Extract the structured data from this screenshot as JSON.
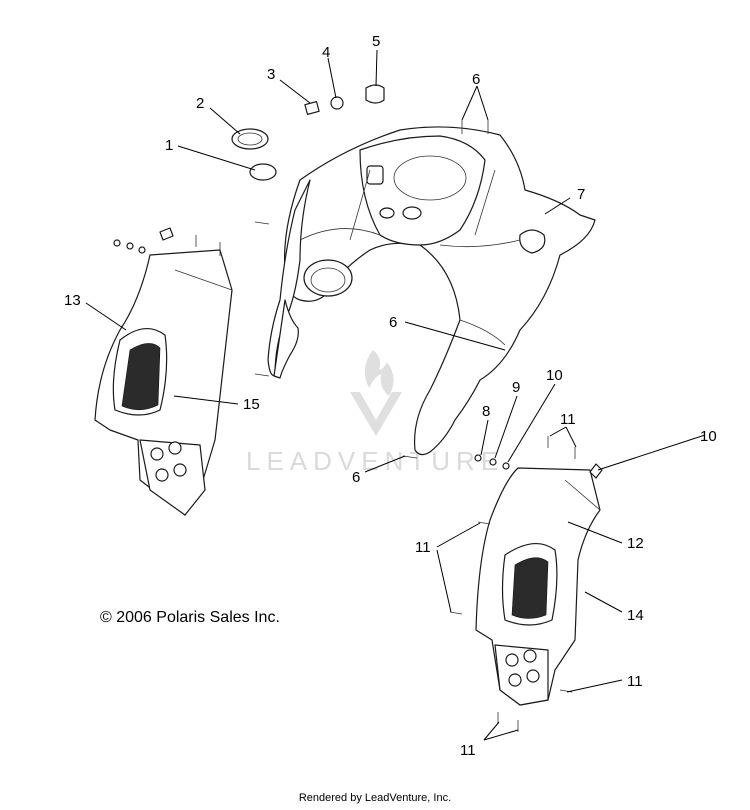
{
  "diagram": {
    "callouts": {
      "c1": "1",
      "c2": "2",
      "c3": "3",
      "c4": "4",
      "c5": "5",
      "c6a": "6",
      "c6b": "6",
      "c6c": "6",
      "c7": "7",
      "c8": "8",
      "c9": "9",
      "c10a": "10",
      "c10b": "10",
      "c11a": "11",
      "c11b": "11",
      "c11c": "11",
      "c11d": "11",
      "c12": "12",
      "c13": "13",
      "c14": "14",
      "c15": "15"
    },
    "copyright": "© 2006 Polaris Sales Inc.",
    "watermark": "LEADVENTURE",
    "footer": "Rendered by LeadVenture, Inc."
  },
  "colors": {
    "line": "#000000",
    "watermark": "#d6d6d6",
    "background": "#ffffff"
  }
}
